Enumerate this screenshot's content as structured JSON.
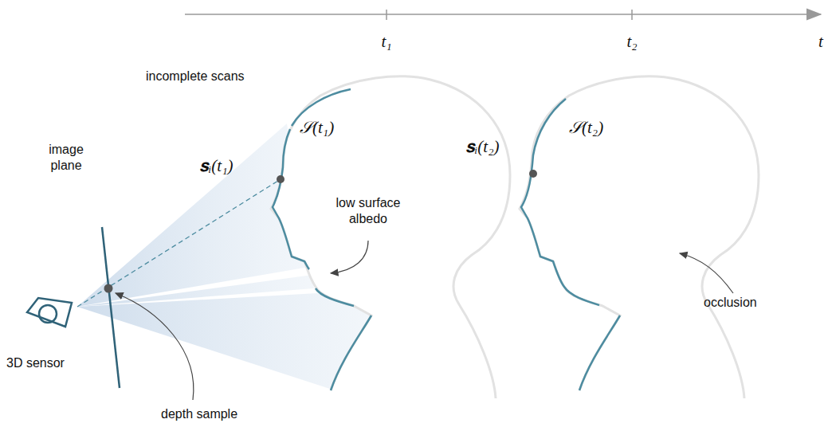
{
  "diagram": {
    "labels": [
      "t₁",
      "t₂",
      "t",
      "incomplete scans",
      "image plane",
      "3D sensor",
      "depth sample",
      "𝒮(t₁)",
      "𝐬ᵢ(t₁)",
      "low surface albedo",
      "𝒮(t₂)",
      "𝐬ᵢ(t₂)",
      "occlusion"
    ]
  }
}
